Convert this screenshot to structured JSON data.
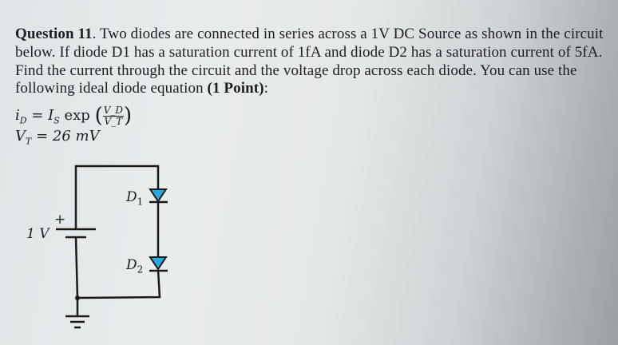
{
  "question": {
    "label": "Question 11",
    "lines": [
      ". Two diodes are connected in series across a 1V DC Source as shown in the circuit",
      "below. If diode D1 has a saturation current of 1fA and diode D2 has a saturation current of 5fA.",
      "Find the current through the circuit and the voltage drop across each diode. You can use the",
      "following ideal diode equation "
    ],
    "points": "(1 Point)",
    "colon": ":"
  },
  "equations": {
    "eq1_left": "i",
    "eq1_left_sub": "D",
    "eq1_mid": " = I",
    "eq1_mid_sub": "S",
    "eq1_func": " exp",
    "frac_num": "V_D",
    "frac_den": "V_T",
    "eq2": "V",
    "eq2_sub": "T",
    "eq2_rest": " = 26 mV"
  },
  "circuit": {
    "source_label": "1 V",
    "source_plus": "+",
    "d1_label": "D",
    "d1_sub": "1",
    "d2_label": "D",
    "d2_sub": "2",
    "diode_color": "#2aa6e0",
    "wire_color": "#1a1a1a"
  }
}
